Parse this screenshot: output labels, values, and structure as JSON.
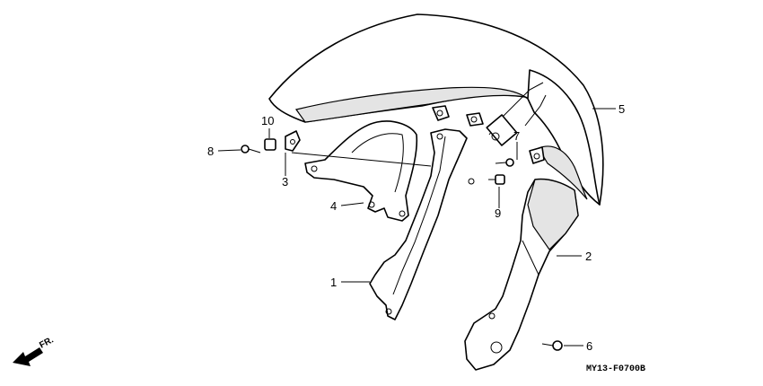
{
  "diagram": {
    "callouts": [
      {
        "id": "c1",
        "label": "1"
      },
      {
        "id": "c2",
        "label": "2"
      },
      {
        "id": "c3",
        "label": "3"
      },
      {
        "id": "c4",
        "label": "4"
      },
      {
        "id": "c5",
        "label": "5"
      },
      {
        "id": "c6",
        "label": "6"
      },
      {
        "id": "c7",
        "label": "7"
      },
      {
        "id": "c8",
        "label": "8"
      },
      {
        "id": "c9",
        "label": "9"
      },
      {
        "id": "c10",
        "label": "10"
      }
    ],
    "direction_label": "FR.",
    "drawing_code": "MY13-F0700B"
  }
}
